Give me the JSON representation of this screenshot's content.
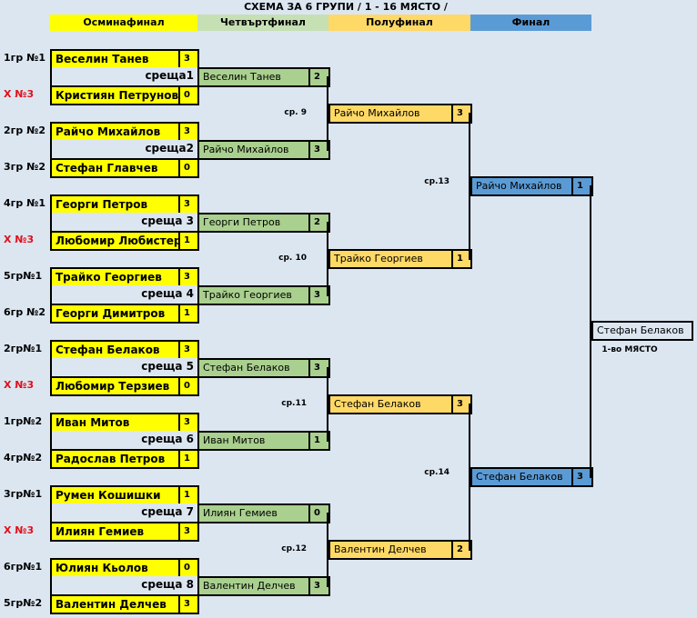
{
  "title": "СХЕМА ЗА 6 ГРУПИ   / 1 - 16  МЯСТО /",
  "headers": {
    "r16": "Осминафинал",
    "qf": "Четвъртфинал",
    "sf": "Полуфинал",
    "final": "Финал"
  },
  "colors": {
    "background": "#dce6f1",
    "r16": "#ffff00",
    "qf": "#a9d08e",
    "sf": "#ffd966",
    "final": "#5b9bd5",
    "seed_red": "#e0101a"
  },
  "groups": [
    {
      "top_label": "1гр №1",
      "top_red": false,
      "top_name": "Веселин Танев",
      "top_score": "3",
      "match": "среща1",
      "bottom_label": "Х №3",
      "bottom_red": true,
      "bottom_name": "Кристиян Петрунов",
      "bottom_score": "0",
      "qf_name": "Веселин Танев",
      "qf_score": "2"
    },
    {
      "top_label": "2гр №2",
      "top_red": false,
      "top_name": "Райчо Михайлов",
      "top_score": "3",
      "match": "среща2",
      "bottom_label": "3гр №2",
      "bottom_red": false,
      "bottom_name": "Стефан Главчев",
      "bottom_score": "0",
      "qf_name": "Райчо Михайлов",
      "qf_score": "3"
    },
    {
      "top_label": "4гр №1",
      "top_red": false,
      "top_name": "Георги Петров",
      "top_score": "3",
      "match": "среща 3",
      "bottom_label": "Х №3",
      "bottom_red": true,
      "bottom_name": "Любомир Любистерова",
      "bottom_score": "1",
      "qf_name": "Георги Петров",
      "qf_score": "2"
    },
    {
      "top_label": "5гр№1",
      "top_red": false,
      "top_name": "Трайко Георгиев",
      "top_score": "3",
      "match": "среща 4",
      "bottom_label": "6гр №2",
      "bottom_red": false,
      "bottom_name": "Георги Димитров",
      "bottom_score": "1",
      "qf_name": "Трайко Георгиев",
      "qf_score": "3"
    },
    {
      "top_label": "2гр№1",
      "top_red": false,
      "top_name": "Стефан Белаков",
      "top_score": "3",
      "match": "среща 5",
      "bottom_label": "Х №3",
      "bottom_red": true,
      "bottom_name": "Любомир Терзиев",
      "bottom_score": "0",
      "qf_name": "Стефан Белаков",
      "qf_score": "3"
    },
    {
      "top_label": "1гр№2",
      "top_red": false,
      "top_name": "Иван Митов",
      "top_score": "3",
      "match": "среща 6",
      "bottom_label": "4гр№2",
      "bottom_red": false,
      "bottom_name": "Радослав Петров",
      "bottom_score": "1",
      "qf_name": "Иван Митов",
      "qf_score": "1"
    },
    {
      "top_label": "3гр№1",
      "top_red": false,
      "top_name": "Румен Кошишки",
      "top_score": "1",
      "match": "среща 7",
      "bottom_label": "Х №3",
      "bottom_red": true,
      "bottom_name": "Илиян Гемиев",
      "bottom_score": "3",
      "qf_name": "Илиян Гемиев",
      "qf_score": "0"
    },
    {
      "top_label": "6гр№1",
      "top_red": false,
      "top_name": "Юлиян Кьолов",
      "top_score": "0",
      "match": "среща 8",
      "bottom_label": "5гр№2",
      "bottom_red": false,
      "bottom_name": "Валентин Делчев",
      "bottom_score": "3",
      "qf_name": "Валентин Делчев",
      "qf_score": "3"
    }
  ],
  "semis": [
    {
      "label": "ср. 9",
      "name": "Райчо Михайлов",
      "score": "3"
    },
    {
      "label": "ср. 10",
      "name": "Трайко Георгиев",
      "score": "1"
    },
    {
      "label": "ср.11",
      "name": "Стефан Белаков",
      "score": "3"
    },
    {
      "label": "ср.12",
      "name": "Валентин Делчев",
      "score": "2"
    }
  ],
  "finals": [
    {
      "label": "ср.13",
      "name": "Райчо Михайлов",
      "score": "1"
    },
    {
      "label": "ср.14",
      "name": "Стефан Белаков",
      "score": "3"
    }
  ],
  "winner": {
    "name": "Стефан Белаков",
    "place": "1-во МЯСТО"
  }
}
